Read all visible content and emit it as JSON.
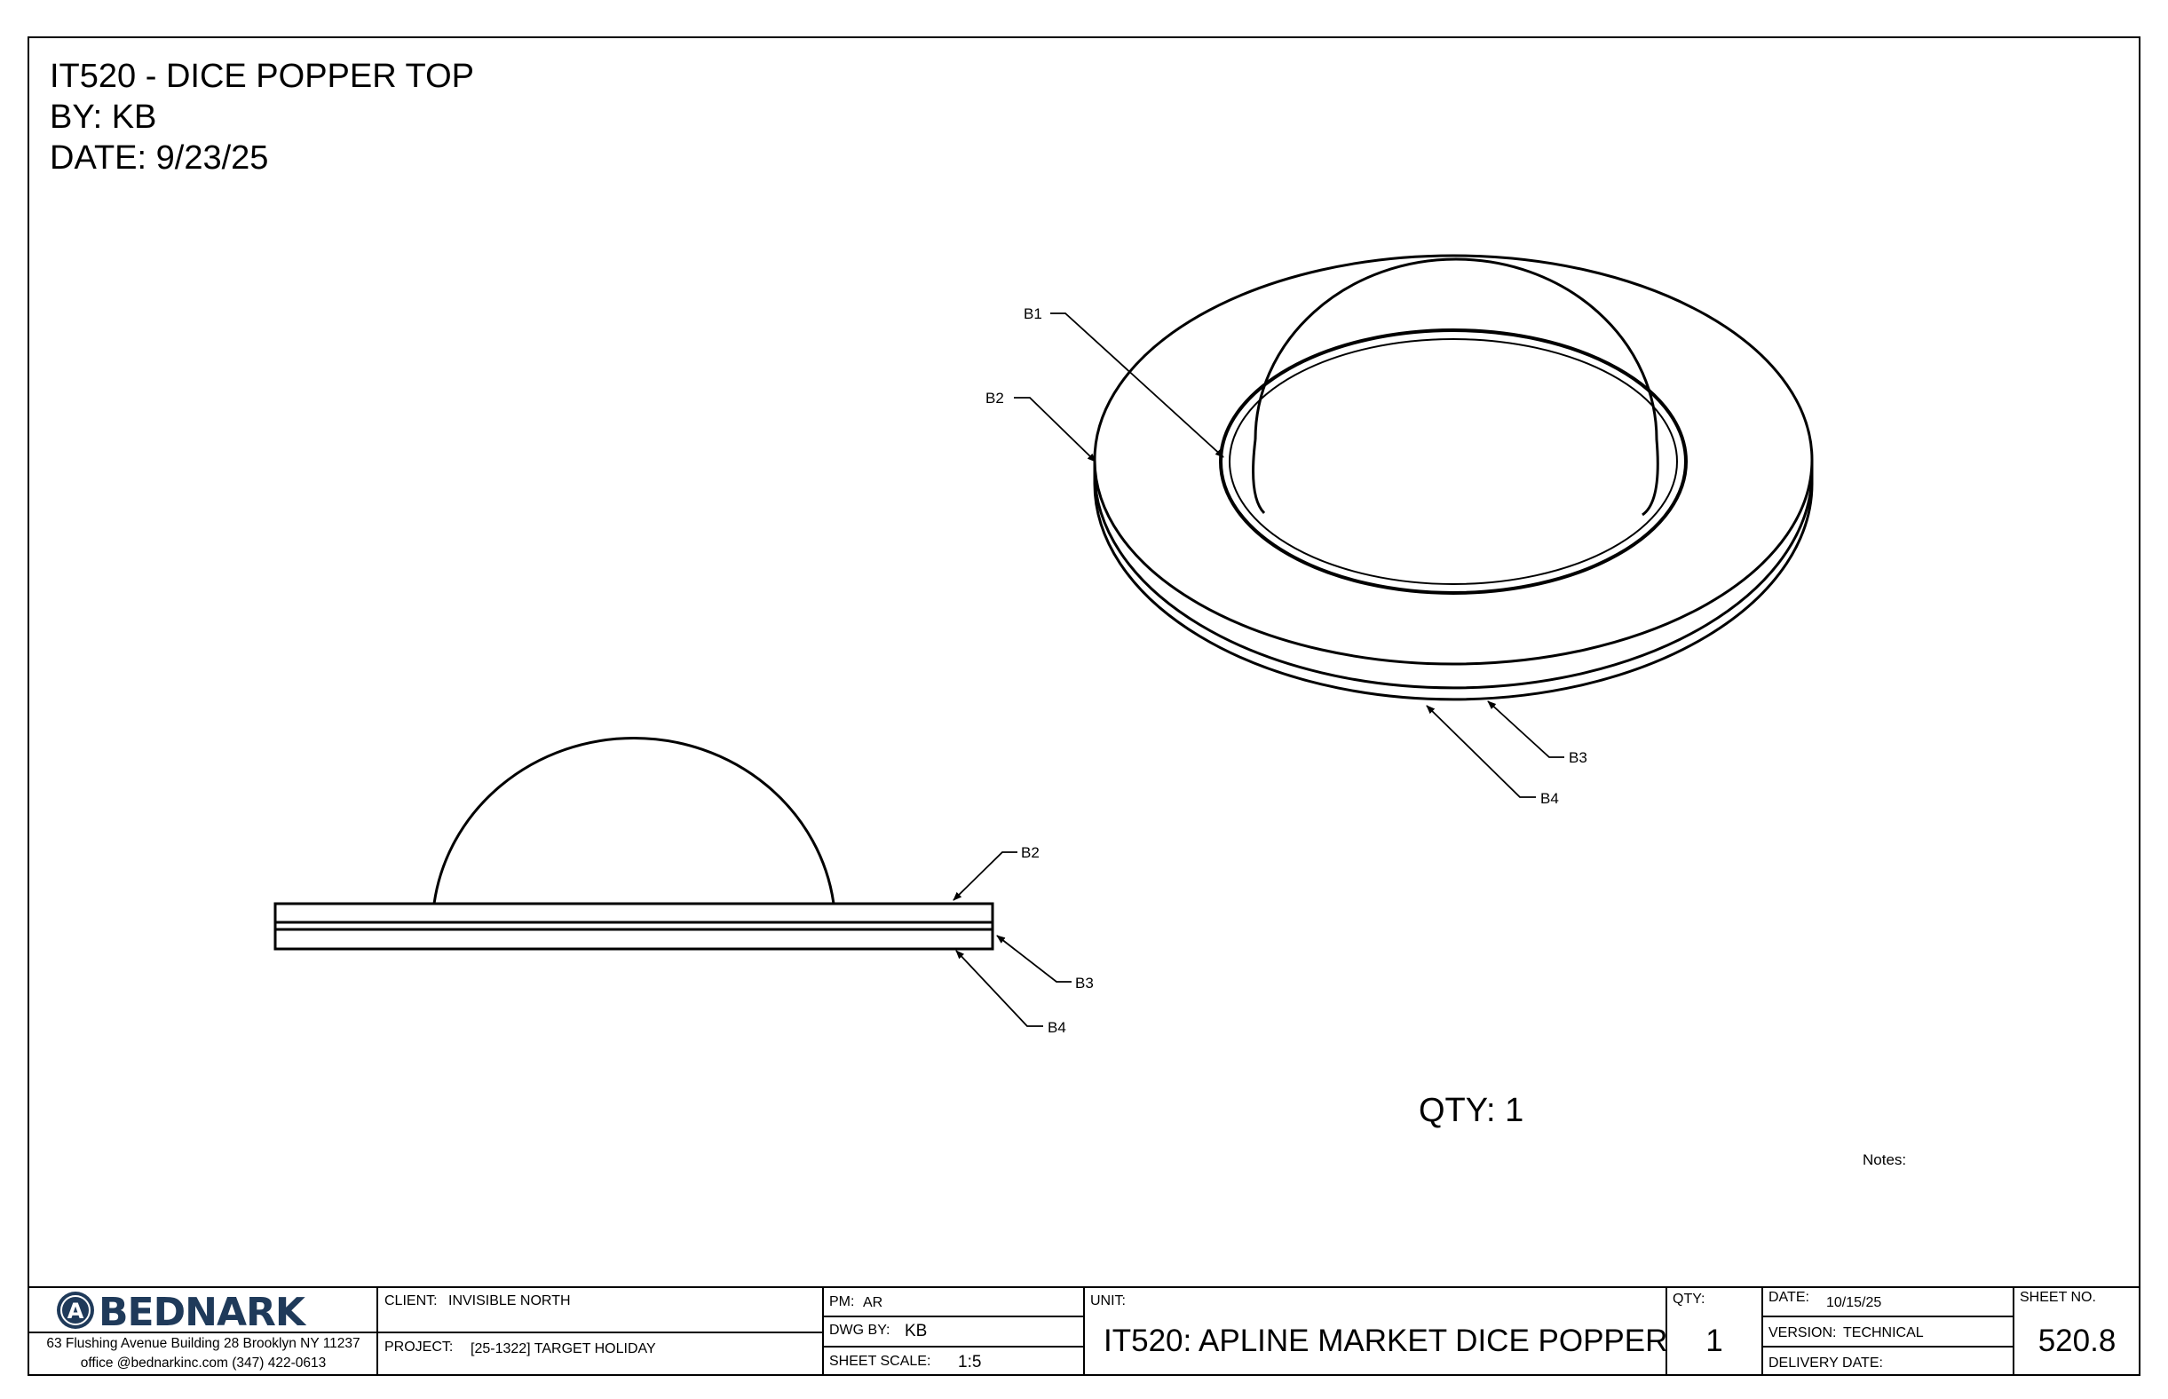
{
  "header": {
    "title": "IT520 - DICE POPPER TOP",
    "by": "BY: KB",
    "date": "DATE: 9/23/25"
  },
  "callouts": {
    "iso_b1": "B1",
    "iso_b2": "B2",
    "iso_b3": "B3",
    "iso_b4": "B4",
    "side_b2": "B2",
    "side_b3": "B3",
    "side_b4": "B4"
  },
  "qty_note": "QTY: 1",
  "notes_label": "Notes:",
  "title_block": {
    "logo_text": "BEDNARK",
    "logo_letter": "A",
    "address_line1": "63 Flushing Avenue Building 28 Brooklyn NY 11237",
    "address_line2": "office @bednarkinc.com   (347) 422-0613",
    "client_label": "CLIENT:",
    "client_value": "INVISIBLE NORTH",
    "project_label": "PROJECT:",
    "project_value": "[25-1322] TARGET HOLIDAY",
    "pm_label": "PM:",
    "pm_value": "AR",
    "dwg_by_label": "DWG BY:",
    "dwg_by_value": "KB",
    "sheet_scale_label": "SHEET SCALE:",
    "sheet_scale_value": "1:5",
    "unit_label": "UNIT:",
    "unit_value": "IT520: APLINE MARKET DICE POPPER",
    "qty_label": "QTY:",
    "qty_value": "1",
    "date_label": "DATE:",
    "date_value": "10/15/25",
    "version_label": "VERSION:",
    "version_value": "TECHNICAL",
    "delivery_label": "DELIVERY DATE:",
    "delivery_value": "",
    "sheet_no_label": "SHEET NO.",
    "sheet_no_value": "520.8"
  },
  "colors": {
    "line": "#000000",
    "logo_blue": "#1f3a5a"
  }
}
